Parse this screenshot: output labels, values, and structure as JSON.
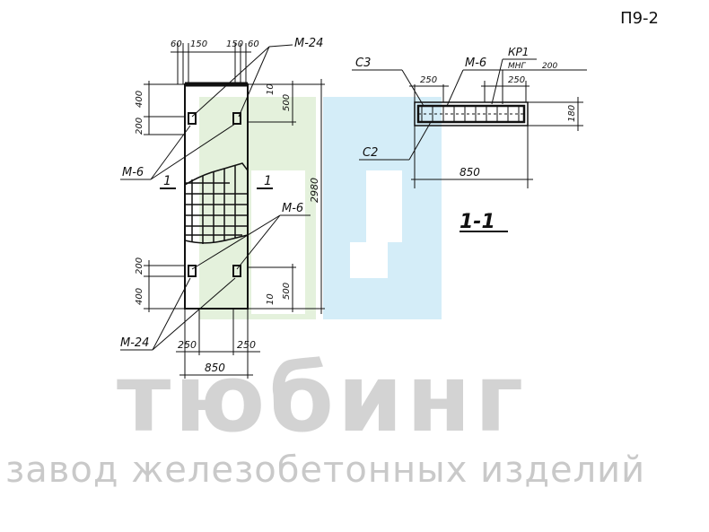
{
  "sheet_code": "П9-2",
  "brand": {
    "name": "тюбинг",
    "tagline": "завод железобетонных изделий",
    "colors": {
      "green": "#e4f1dc",
      "blue": "#d4edf8",
      "text": "#d3d3d3"
    }
  },
  "plan": {
    "top_dims": [
      "60",
      "150",
      "150",
      "60"
    ],
    "left_dims": [
      "400",
      "200",
      "200",
      "400"
    ],
    "right_dims": [
      "500",
      "500"
    ],
    "small_dims": [
      "10",
      "10"
    ],
    "overall_height": "2980",
    "bottom_dims": [
      "250",
      "250"
    ],
    "overall_width": "850",
    "section_marks": [
      "1",
      "1"
    ],
    "callouts": {
      "m24_top": "М-24",
      "m6_left": "М-6",
      "m6_mid": "М-6",
      "m24_bottom": "М-24"
    }
  },
  "section": {
    "title": "1-1",
    "labels": {
      "c3": "С3",
      "m6": "М-6",
      "kr1": "КР1",
      "mhg": "МНГ",
      "c2": "С2"
    },
    "dims": {
      "d250a": "250",
      "d200": "200",
      "d250b": "250",
      "height": "180",
      "width": "850"
    }
  }
}
